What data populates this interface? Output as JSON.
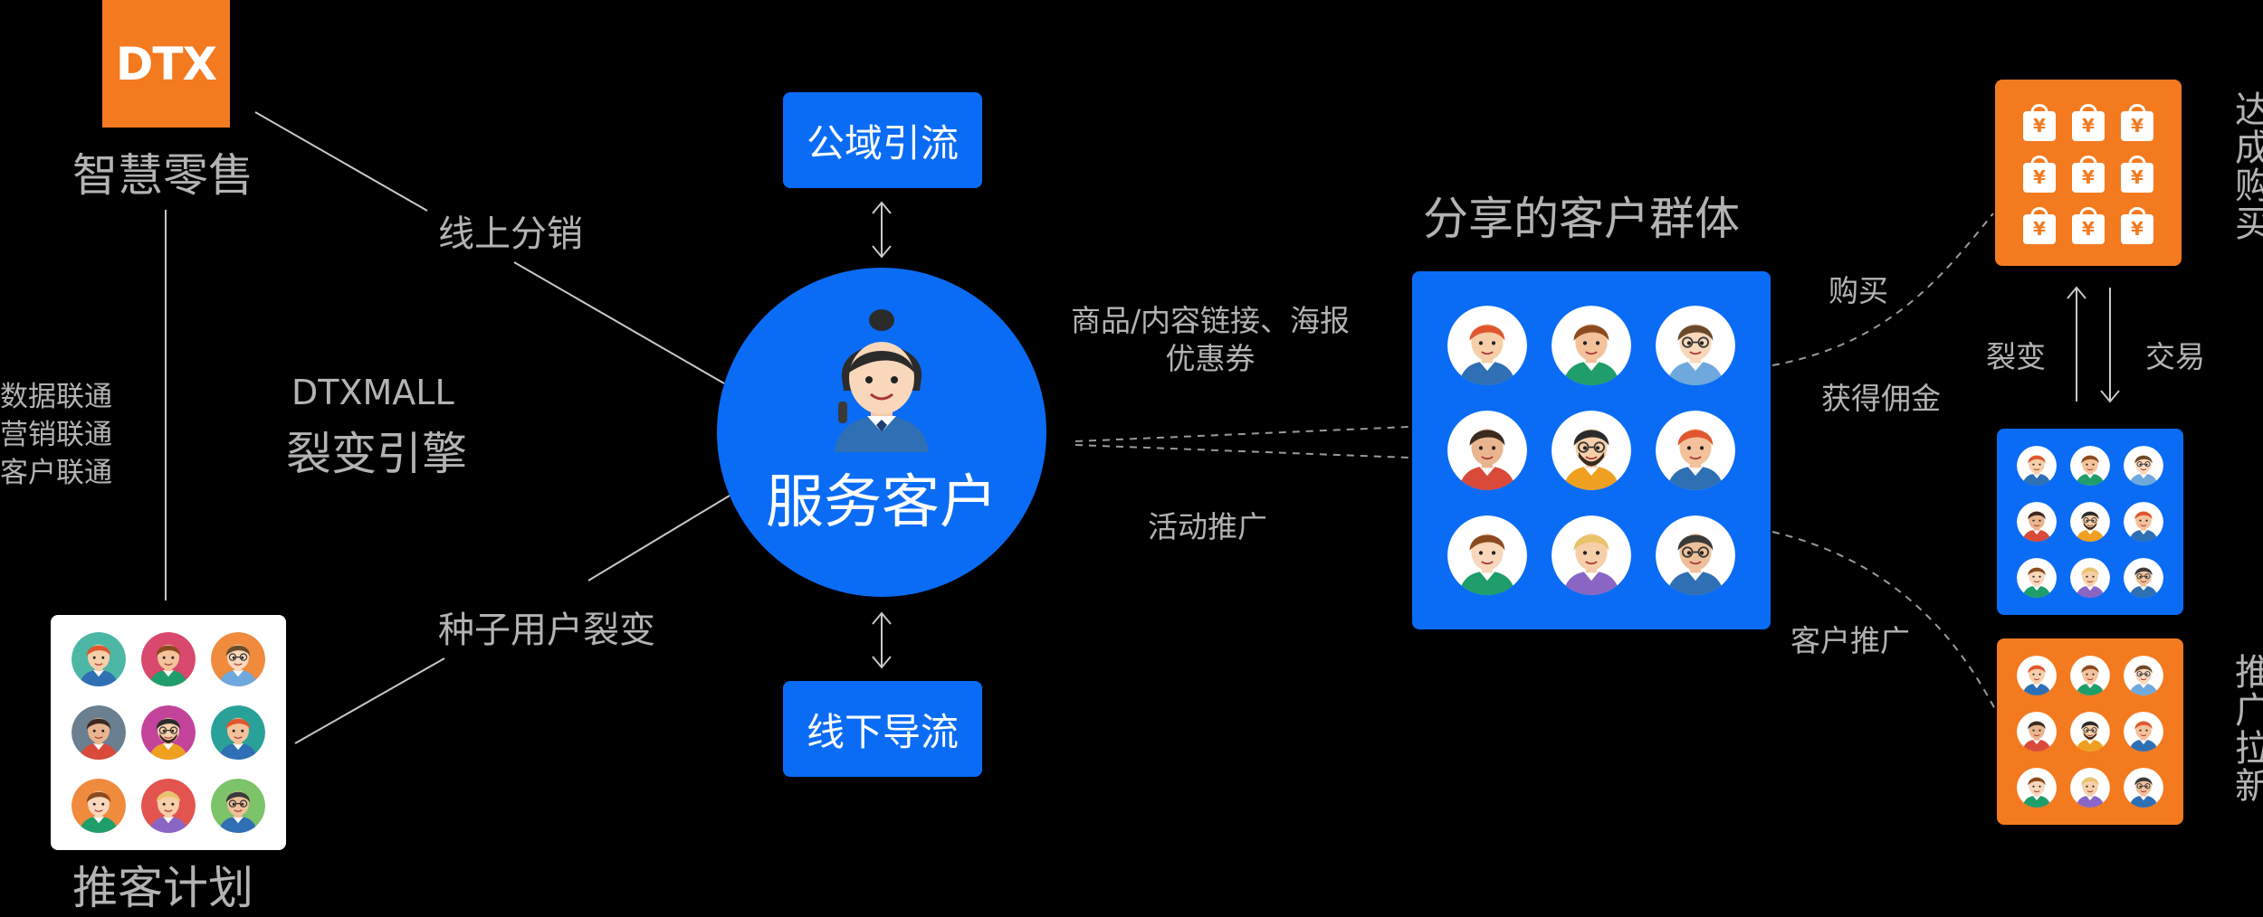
{
  "logo": {
    "text": "DTX",
    "color": "#f47a20"
  },
  "titles": {
    "smart_retail": "智慧零售",
    "referral_plan": "推客计划",
    "engine_line1": "DTXMALL",
    "engine_line2": "裂变引擎",
    "center": "服务客户",
    "shared_group": "分享的客户群体"
  },
  "left_labels": {
    "data_link": "数据联通",
    "marketing_link": "营销联通",
    "customer_link": "客户联通"
  },
  "edge_labels": {
    "online_distribution": "线上分销",
    "seed_fission": "种子用户裂变",
    "content_share_1": "商品/内容链接、海报",
    "content_share_2": "优惠券",
    "activity_promo": "活动推广",
    "purchase": "购买",
    "commission": "获得佣金",
    "customer_promo": "客户推广",
    "fission": "裂变",
    "trade": "交易"
  },
  "buttons": {
    "public_traffic": "公域引流",
    "offline_traffic": "线下导流"
  },
  "right_titles": {
    "deal": "达成购买",
    "promote": "推广拉新"
  },
  "bag_symbol": "¥",
  "colors": {
    "blue": "#0a6cf5",
    "orange": "#f47a20",
    "gray_text": "#b3b3b3"
  }
}
